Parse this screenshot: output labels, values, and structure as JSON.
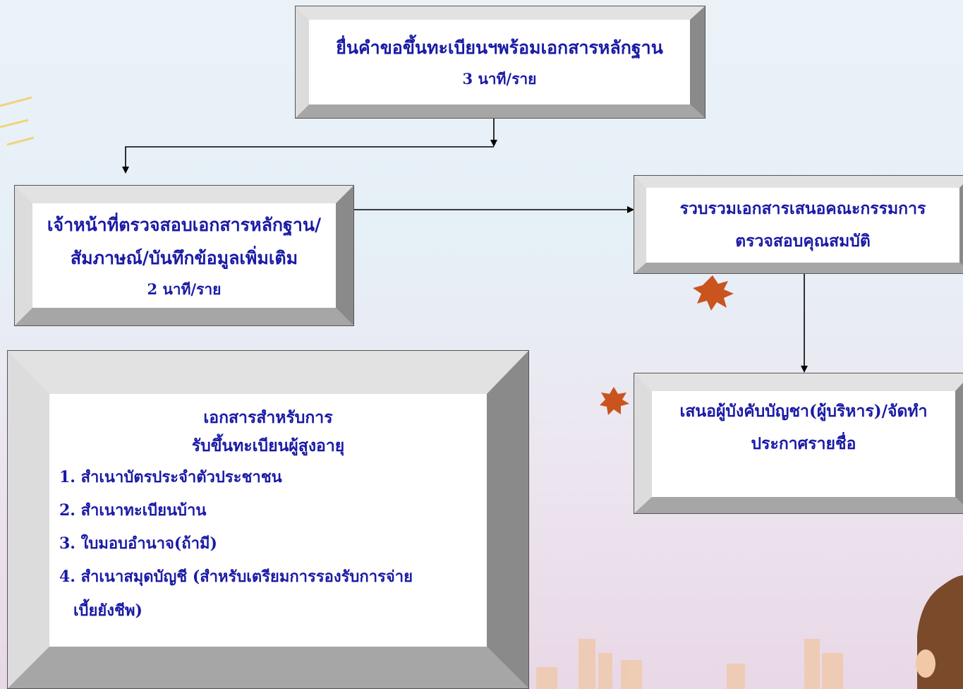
{
  "boxes": {
    "top": {
      "line1": "ยื่นคำขอขึ้นทะเบียนฯพร้อมเอกสารหลักฐาน",
      "line2": "3 นาที/ราย"
    },
    "verify": {
      "line1": "เจ้าหน้าที่ตรวจสอบเอกสารหลักฐาน/",
      "line2": "สัมภาษณ์/บันทึกข้อมูลเพิ่มเติม",
      "line3": "2 นาที/ราย"
    },
    "collect": {
      "line1": "รวบรวมเอกสารเสนอคณะกรรมการ",
      "line2": "ตรวจสอบคุณสมบัติ"
    },
    "propose": {
      "line1": "เสนอผู้บังคับบัญชา(ผู้บริหาร)/จัดทำ",
      "line2": "ประกาศรายชื่อ"
    },
    "documents": {
      "heading1": "เอกสารสำหรับการ",
      "heading2": "รับขึ้นทะเบียนผู้สูงอายุ",
      "items": [
        "1.  สำเนาบัตรประจำตัวประชาชน",
        "2.  สำเนาทะเบียนบ้าน",
        "3.  ใบมอบอำนาจ(ถ้ามี)",
        "4. สำเนาสมุดบัญชี (สำหรับเตรียมการรองรับการจ่าย",
        "เบี้ยยังชีพ)"
      ]
    }
  },
  "colors": {
    "text": "#1a1aa6",
    "bevel_dark": "#8a8a8a",
    "bevel_light": "#e2e2e2",
    "arrow": "#000000"
  }
}
